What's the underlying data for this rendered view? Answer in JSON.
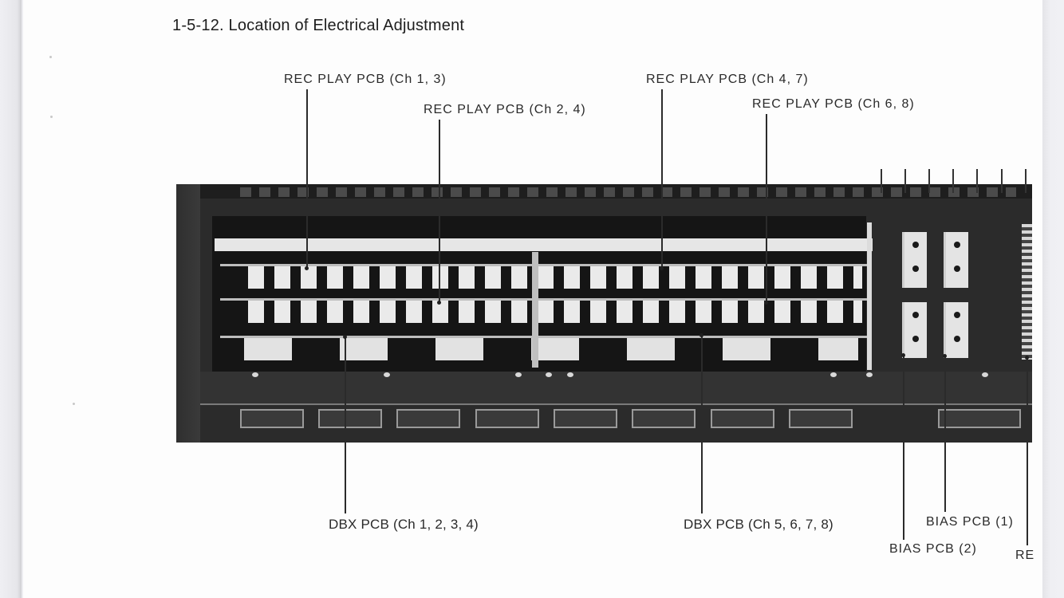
{
  "document": {
    "section_title": "1-5-12.  Location of Electrical Adjustment",
    "figure": {
      "callouts_top": [
        "REC PLAY PCB (Ch 1, 3)",
        "REC PLAY PCB (Ch 2, 4)",
        "REC PLAY PCB (Ch 4, 7)",
        "REC PLAY PCB (Ch 6, 8)"
      ],
      "callouts_bottom": [
        "DBX PCB (Ch 1, 2, 3, 4)",
        "DBX PCB (Ch 5, 6, 7, 8)",
        "BIAS PCB (1)",
        "BIAS PCB (2)",
        "RE"
      ]
    }
  },
  "colors": {
    "page": "#fdfdfd",
    "viewer_margin": "#ededf1",
    "text": "#1e1e1e",
    "photo_dark": "#2b2b2b"
  }
}
